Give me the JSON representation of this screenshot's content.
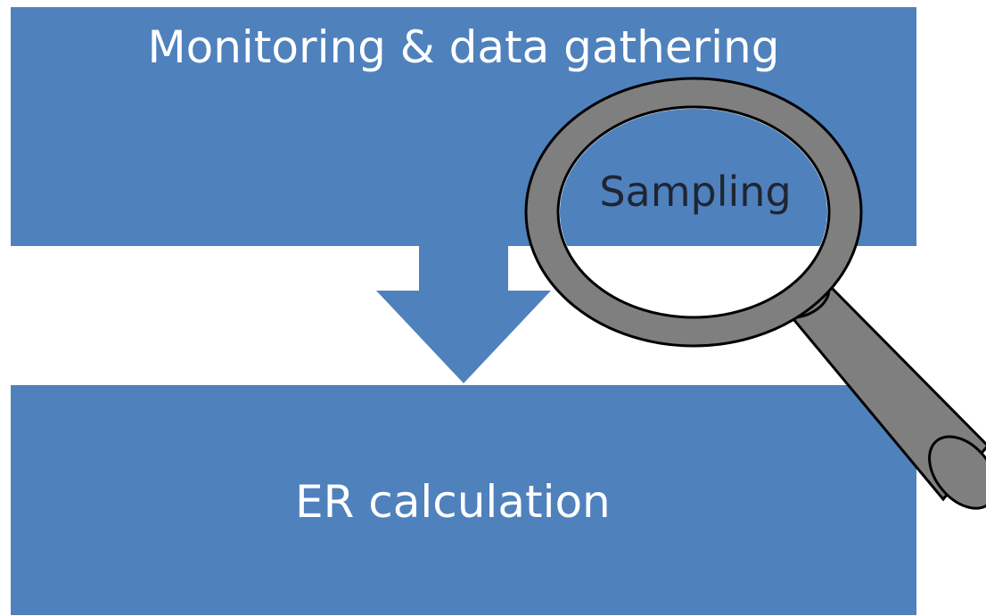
{
  "diagram": {
    "top_box": {
      "label": "Monitoring & data gathering"
    },
    "bottom_box": {
      "label": "ER calculation"
    },
    "magnifier": {
      "label": "Sampling"
    },
    "colors": {
      "box_fill": "#4f81bd",
      "box_text": "#ffffff",
      "magnifier_ring": "#7f7f7f",
      "magnifier_outline": "#000000",
      "lens_text": "#1f2533"
    }
  }
}
